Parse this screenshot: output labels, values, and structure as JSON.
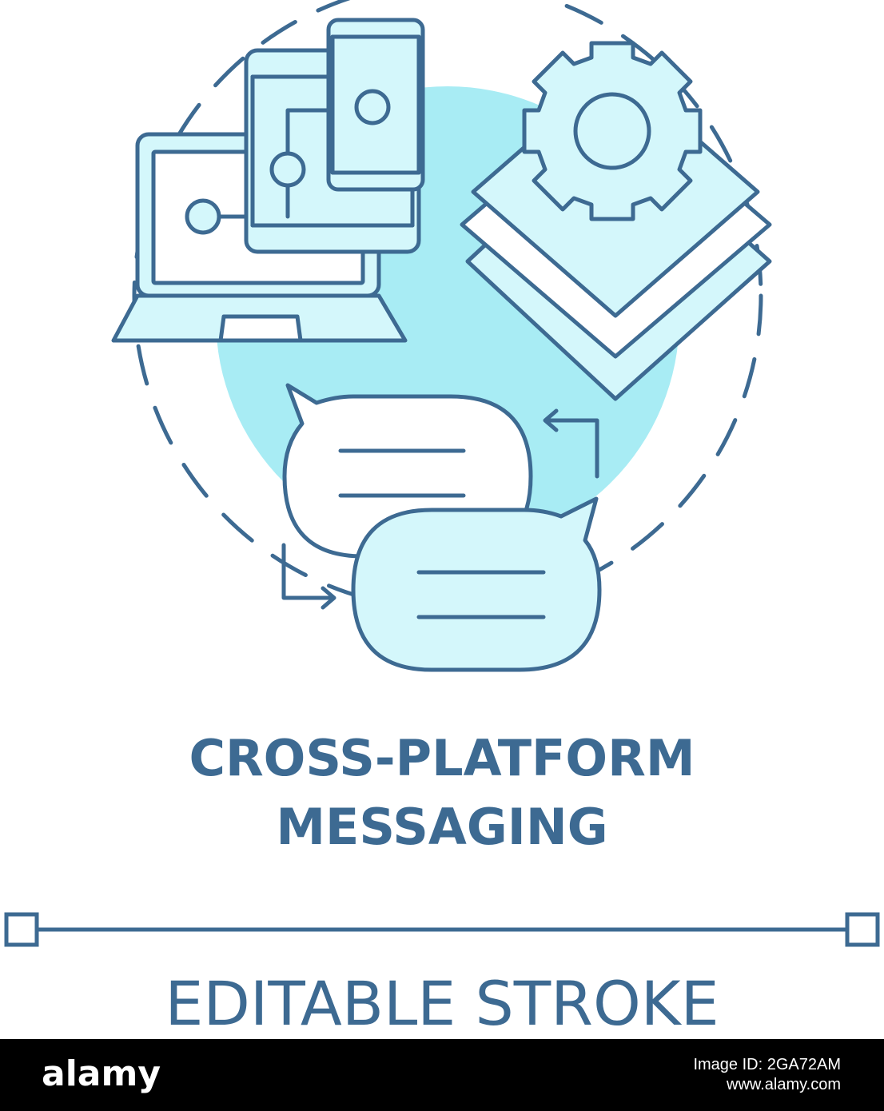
{
  "colors": {
    "stroke": "#3d6a92",
    "fill_light": "#d4f7fb",
    "circle_fill": "#a8ecf4",
    "footer_bg": "#000000",
    "footer_text": "#ffffff"
  },
  "icons": [
    "laptop-icon",
    "smartphone-icon",
    "gear-icon",
    "layers-icon",
    "chat-bubble-icon",
    "arrow-icon",
    "dashed-circle-icon"
  ],
  "concept": {
    "title_line_1": "CROSS-PLATFORM",
    "title_line_2": "MESSAGING"
  },
  "stroke_note": "EDITABLE STROKE",
  "footer": {
    "brand": "alamy",
    "image_id_line": "Image ID: 2GA72AM",
    "site": "www.alamy.com"
  }
}
